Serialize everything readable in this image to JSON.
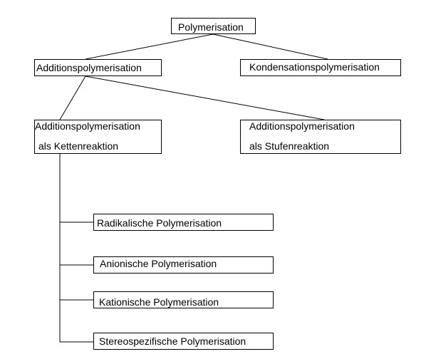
{
  "diagram": {
    "root": {
      "label": "Polymerisation"
    },
    "addition": {
      "label": "Additionspolymerisation"
    },
    "kondensation": {
      "label": "Kondensationspolymerisation"
    },
    "kette": {
      "line1": "Additionspolymerisation",
      "line2": "als Kettenreaktion"
    },
    "stufe": {
      "line1": "Additionspolymerisation",
      "line2": "als Stufenreaktion"
    },
    "types": [
      {
        "label": "Radikalische Polymerisation"
      },
      {
        "label": "Anionische Polymerisation"
      },
      {
        "label": "Kationische Polymerisation"
      },
      {
        "label": "Stereospezifische Polymerisation"
      }
    ]
  },
  "colors": {
    "line": "#000000",
    "background": "#ffffff"
  }
}
